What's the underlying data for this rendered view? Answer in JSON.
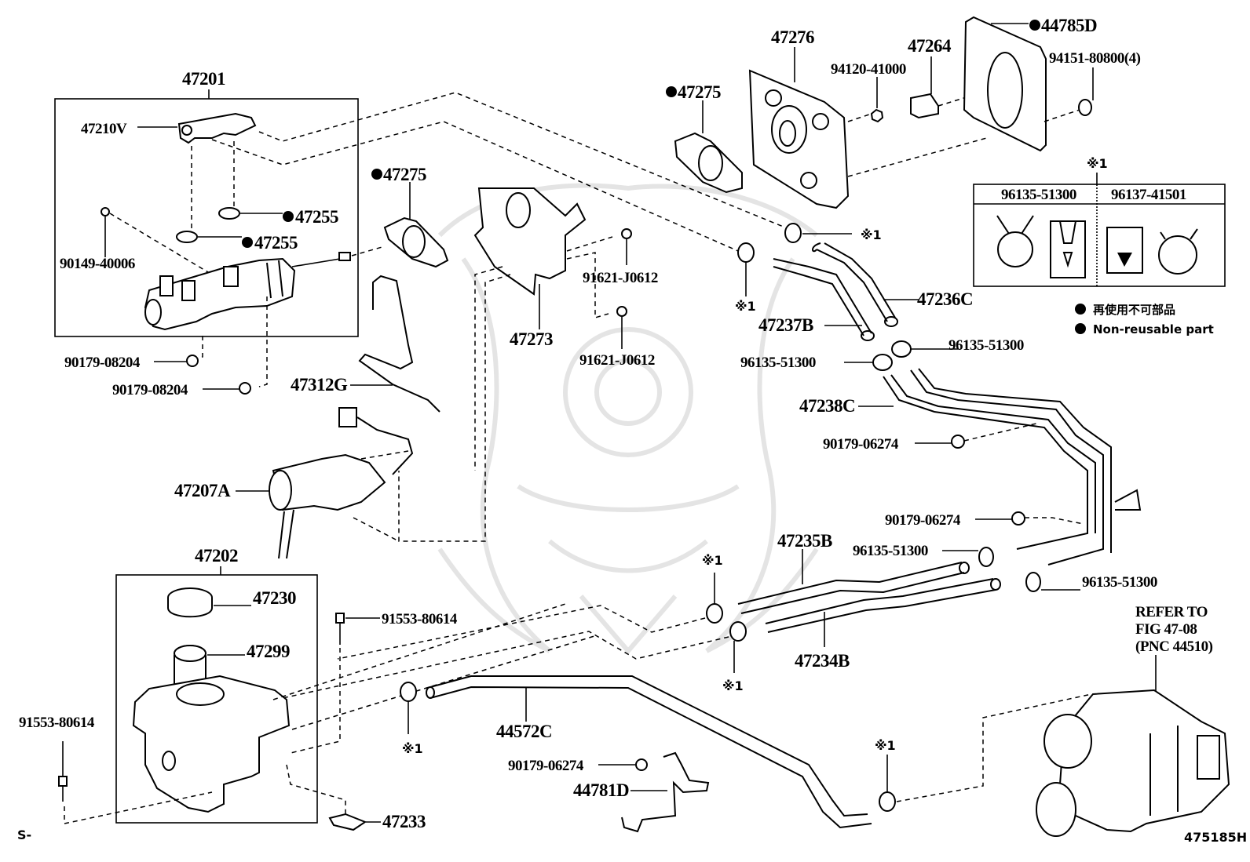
{
  "diagram": {
    "figure_code": "475185H",
    "corner_mark": "S-",
    "callouts": {
      "p47201": "47201",
      "p47210V": "47210V",
      "p47255a": "47255",
      "p47255b": "47255",
      "p90149": "90149-40006",
      "p90179_08204a": "90179-08204",
      "p90179_08204b": "90179-08204",
      "p47275a": "47275",
      "p47275b": "47275",
      "p47276": "47276",
      "p94120": "94120-41000",
      "p47264": "47264",
      "p44785D": "44785D",
      "p94151": "94151-80800(4)",
      "p47273": "47273",
      "p91621a": "91621-J0612",
      "p91621b": "91621-J0612",
      "p47312G": "47312G",
      "p47207A": "47207A",
      "p47236C": "47236C",
      "p47237B": "47237B",
      "p96135a": "96135-51300",
      "p96135b": "96135-51300",
      "p96135c": "96135-51300",
      "p96135d": "96135-51300",
      "p47238C": "47238C",
      "p90179_06274a": "90179-06274",
      "p90179_06274b": "90179-06274",
      "p90179_06274c": "90179-06274",
      "p47235B": "47235B",
      "p47234B": "47234B",
      "p47202": "47202",
      "p47230": "47230",
      "p47299": "47299",
      "p91553a": "91553-80614",
      "p91553b": "91553-80614",
      "p47233": "47233",
      "p44572C": "44572C",
      "p44781D": "44781D"
    },
    "clip_marks": {
      "m1": "※1",
      "m2": "※1",
      "m3": "※1",
      "m4": "※1",
      "m5": "※1",
      "m6": "※1",
      "m7": "※1"
    },
    "refer_note": {
      "line1": "REFER TO",
      "line2": "FIG 47-08",
      "line3": "(PNC 44510)"
    },
    "clip_table": {
      "mark": "※1",
      "col1": "96135-51300",
      "col2": "96137-41501"
    },
    "legend": {
      "jp": "再使用不可部品",
      "en": "Non-reusable part"
    }
  }
}
